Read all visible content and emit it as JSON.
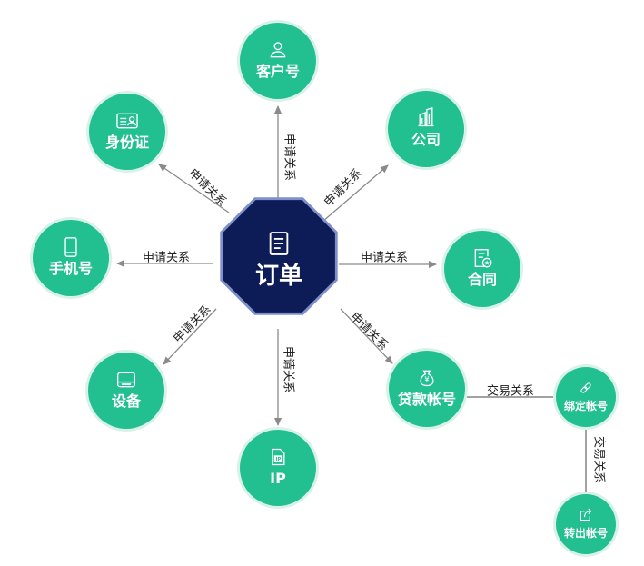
{
  "colors": {
    "node_fill": "#22bf90",
    "node_outline": "#d8f2ea",
    "center_fill": "#0d1b57",
    "center_outline": "#7f8fc9",
    "arrow": "#8a8a8a",
    "line": "#444444"
  },
  "center": {
    "label": "订单",
    "icon": "document-icon"
  },
  "nodes": [
    {
      "id": "customer",
      "label": "客户号",
      "icon": "person-icon"
    },
    {
      "id": "company",
      "label": "公司",
      "icon": "building-icon"
    },
    {
      "id": "contract",
      "label": "合同",
      "icon": "contract-icon"
    },
    {
      "id": "loan",
      "label": "贷款帐号",
      "icon": "money-bag-icon"
    },
    {
      "id": "ip",
      "label": "IP",
      "icon": "ip-file-icon"
    },
    {
      "id": "device",
      "label": "设备",
      "icon": "device-icon"
    },
    {
      "id": "phone",
      "label": "手机号",
      "icon": "phone-icon"
    },
    {
      "id": "idcard",
      "label": "身份证",
      "icon": "id-card-icon"
    },
    {
      "id": "bound",
      "label": "绑定帐号",
      "icon": "link-icon"
    },
    {
      "id": "transfer",
      "label": "转出帐号",
      "icon": "share-out-icon"
    }
  ],
  "edges": [
    {
      "from": "center",
      "to": "customer",
      "label": "申请关系"
    },
    {
      "from": "center",
      "to": "company",
      "label": "申请关系"
    },
    {
      "from": "center",
      "to": "contract",
      "label": "申请关系"
    },
    {
      "from": "center",
      "to": "loan",
      "label": "申请关系"
    },
    {
      "from": "center",
      "to": "ip",
      "label": "申请关系"
    },
    {
      "from": "center",
      "to": "device",
      "label": "申请关系"
    },
    {
      "from": "center",
      "to": "phone",
      "label": "申请关系"
    },
    {
      "from": "center",
      "to": "idcard",
      "label": "申请关系"
    },
    {
      "from": "loan",
      "to": "bound",
      "label": "交易关系"
    },
    {
      "from": "bound",
      "to": "transfer",
      "label": "交易关系"
    }
  ]
}
